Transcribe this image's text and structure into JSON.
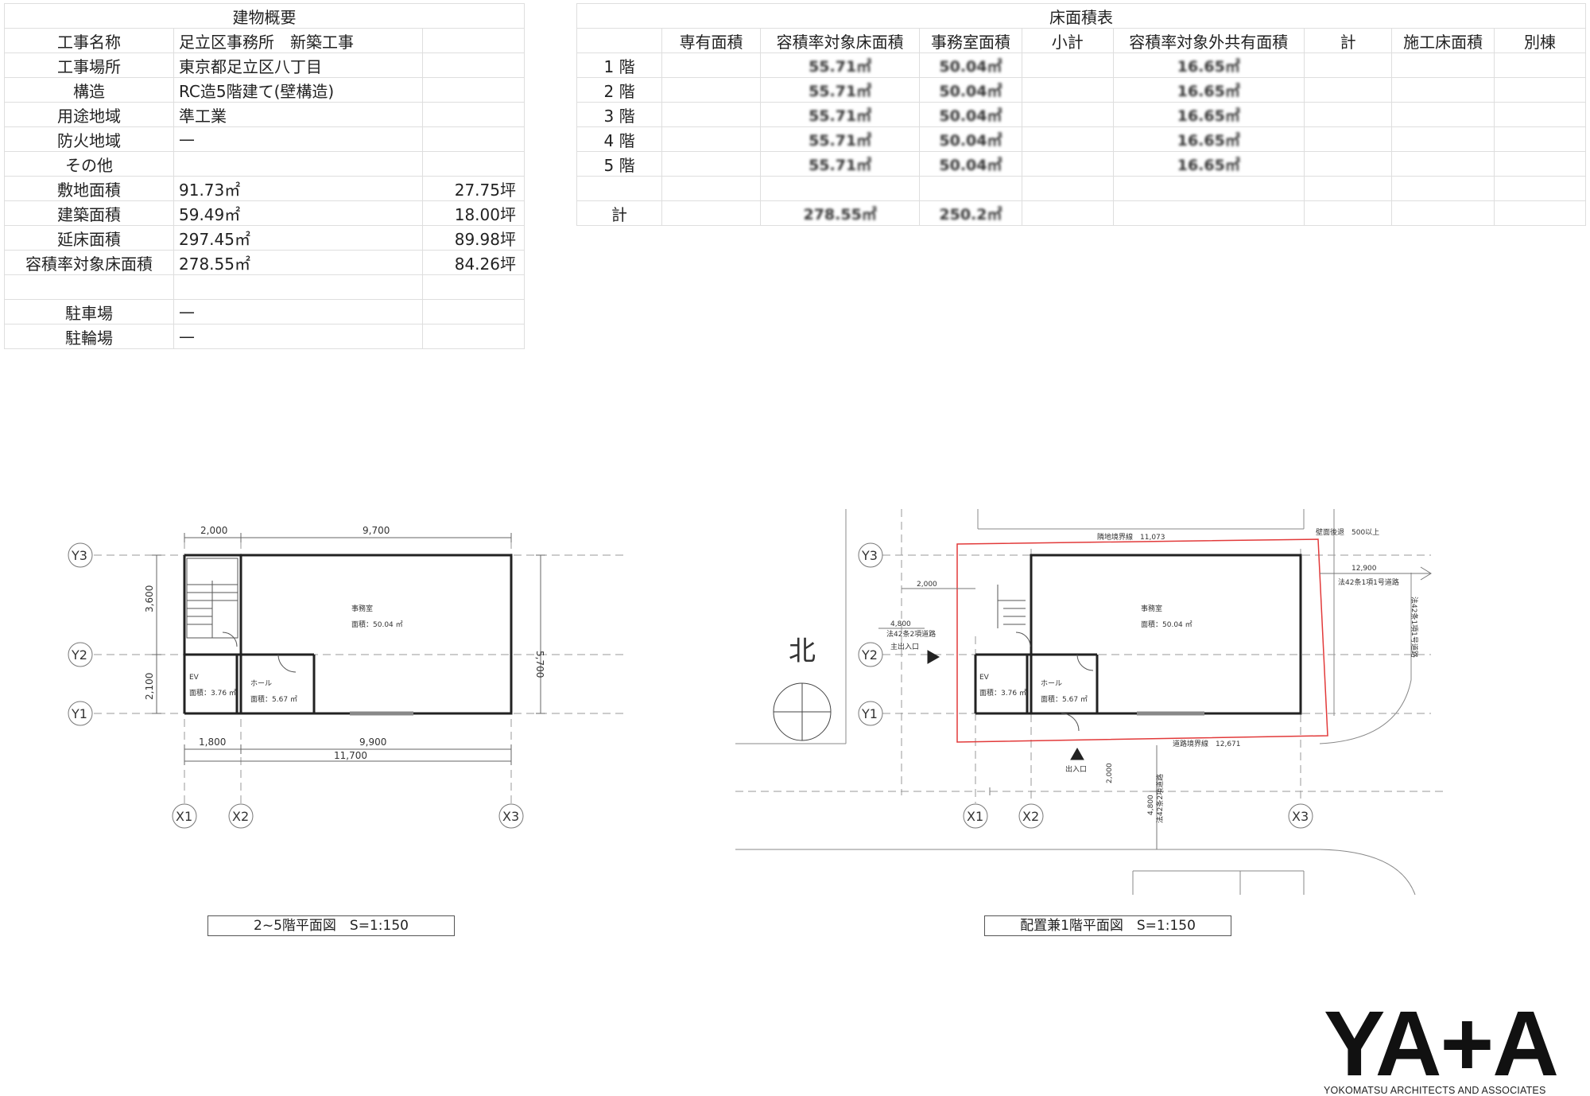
{
  "summary": {
    "title": "建物概要",
    "rows": [
      {
        "label": "工事名称",
        "value": "足立区事務所　新築工事",
        "extra": ""
      },
      {
        "label": "工事場所",
        "value": "東京都足立区八丁目",
        "extra": ""
      },
      {
        "label": "構造",
        "value": "RC造5階建て(壁構造)",
        "extra": ""
      },
      {
        "label": "用途地域",
        "value": "準工業",
        "extra": ""
      },
      {
        "label": "防火地域",
        "value": "—",
        "extra": ""
      },
      {
        "label": "その他",
        "value": "",
        "extra": ""
      },
      {
        "label": "敷地面積",
        "value": "91.73㎡",
        "extra": "27.75坪"
      },
      {
        "label": "建築面積",
        "value": "59.49㎡",
        "extra": "18.00坪"
      },
      {
        "label": "延床面積",
        "value": "297.45㎡",
        "extra": "89.98坪"
      },
      {
        "label": "容積率対象床面積",
        "value": "278.55㎡",
        "extra": "84.26坪"
      },
      {
        "label": "",
        "value": "",
        "extra": ""
      },
      {
        "label": "駐車場",
        "value": "—",
        "extra": ""
      },
      {
        "label": "駐輪場",
        "value": "—",
        "extra": ""
      }
    ]
  },
  "floor_area": {
    "title": "床面積表",
    "headers": [
      "",
      "専有面積",
      "容積率対象床面積",
      "事務室面積",
      "小計",
      "容積率対象外共有面積",
      "計",
      "施工床面積",
      "別棟"
    ],
    "rows": [
      [
        "1 階",
        "",
        "55.71㎡",
        "50.04㎡",
        "",
        "16.65㎡",
        "",
        "",
        ""
      ],
      [
        "2 階",
        "",
        "55.71㎡",
        "50.04㎡",
        "",
        "16.65㎡",
        "",
        "",
        ""
      ],
      [
        "3 階",
        "",
        "55.71㎡",
        "50.04㎡",
        "",
        "16.65㎡",
        "",
        "",
        ""
      ],
      [
        "4 階",
        "",
        "55.71㎡",
        "50.04㎡",
        "",
        "16.65㎡",
        "",
        "",
        ""
      ],
      [
        "5 階",
        "",
        "55.71㎡",
        "50.04㎡",
        "",
        "16.65㎡",
        "",
        "",
        ""
      ],
      [
        "",
        "",
        "",
        "",
        "",
        "",
        "",
        "",
        ""
      ],
      [
        "計",
        "",
        "278.55㎡",
        "250.2㎡",
        "",
        "",
        "",
        "",
        ""
      ]
    ]
  },
  "plan_left": {
    "label": "2~5階平面図　S=1:150",
    "dims": {
      "top_a": "2,000",
      "top_b": "9,700",
      "left_a": "3,600",
      "left_b": "2,100",
      "right": "5,700",
      "bot_a": "1,800",
      "bot_b": "9,900",
      "bot_total": "11,700"
    },
    "rooms": {
      "office_name": "事務室",
      "office_area": "面積：50.04 ㎡",
      "ev_name": "EV",
      "ev_area": "面積：3.76 ㎡",
      "hall_name": "ホール",
      "hall_area": "面積：5.67 ㎡"
    },
    "grid": {
      "y3": "Y3",
      "y2": "Y2",
      "y1": "Y1",
      "x1": "X1",
      "x2": "X2",
      "x3": "X3"
    }
  },
  "plan_right": {
    "label": "配置兼1階平面図　S=1:150",
    "north": "北",
    "entrance": "出入口",
    "notes": {
      "top_boundary": "隣地境界線　11,073",
      "top_right": "壁面後退　500以上",
      "road_dim": "12,900",
      "road_note": "法42条1項1号道路",
      "side_road": "法42条1項1号道路",
      "left_road_dim": "4,800",
      "left_road_note": "法42条2項道路",
      "left_entry": "主出入口",
      "bottom_boundary": "道路境界線　12,671",
      "bottom_dim": "4,800",
      "bottom_note": "法42条2項道路",
      "dim_2000": "2,000",
      "dim_2000b": "2,000"
    },
    "rooms": {
      "office_name": "事務室",
      "office_area": "面積：50.04 ㎡",
      "ev_name": "EV",
      "ev_area": "面積：3.76 ㎡",
      "hall_name": "ホール",
      "hall_area": "面積：5.67 ㎡"
    },
    "grid": {
      "y3": "Y3",
      "y2": "Y2",
      "y1": "Y1",
      "x1": "X1",
      "x2": "X2",
      "x3": "X3"
    }
  },
  "logo": {
    "mark": "YA+A",
    "sub": "YOKOMATSU ARCHITECTS AND ASSOCIATES"
  }
}
